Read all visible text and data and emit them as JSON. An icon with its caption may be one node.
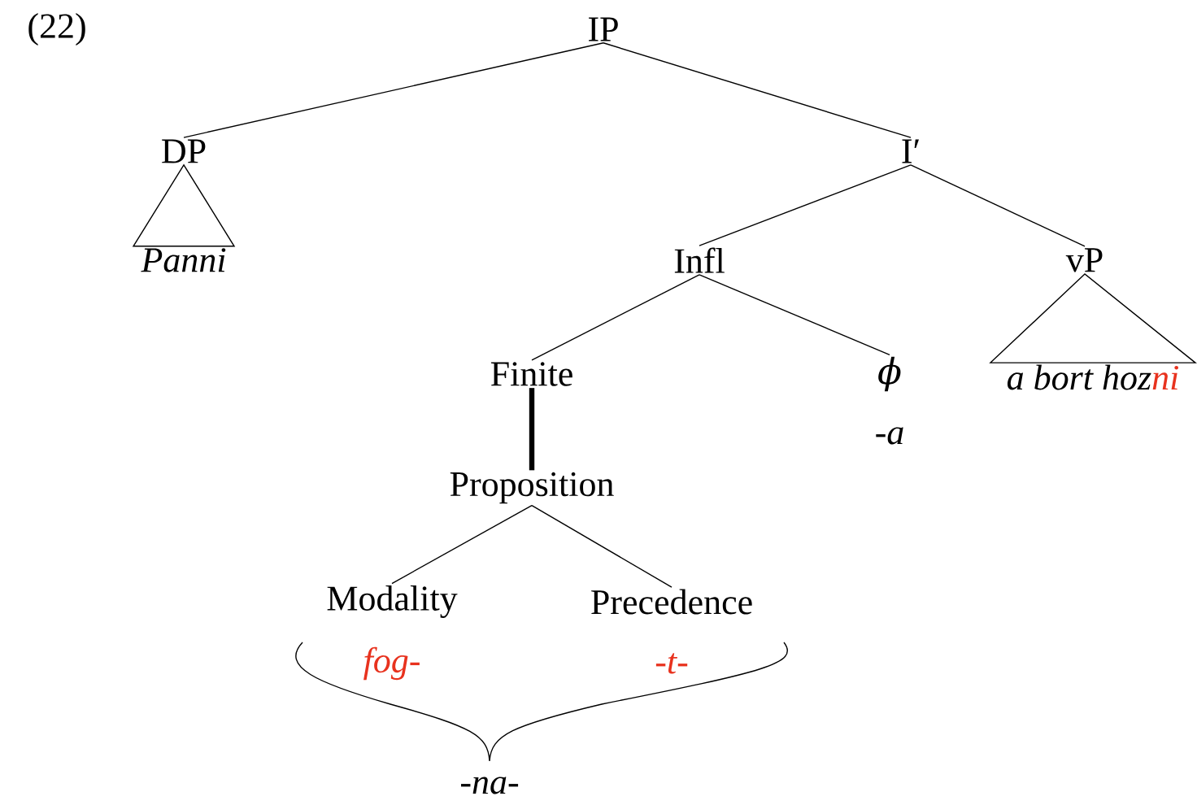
{
  "diagram": {
    "nodes": [
      {
        "text": [
          "IP"
        ]
      },
      {
        "text": [
          "DP"
        ]
      },
      {
        "text": [
          "I′"
        ]
      },
      {
        "text": [
          "Panni"
        ]
      },
      {
        "text": [
          "Infl"
        ]
      },
      {
        "text": [
          "vP"
        ]
      },
      {
        "text": [
          "a bort hoz",
          "ni"
        ]
      },
      {
        "text": [
          "Finite"
        ]
      },
      {
        "text": [
          "ϕ"
        ],
        "beside": [
          "-a"
        ]
      },
      {
        "text": [
          "Proposition"
        ]
      },
      {
        "text": [
          "Modality"
        ],
        "beside": [
          "fog-"
        ]
      },
      {
        "text": [
          "Precedence"
        ],
        "beside": [
          "-t-"
        ]
      },
      {
        "text": [
          "-na-"
        ]
      }
    ],
    "edges": [
      {
        "from": 0,
        "to": 1,
        "arrow": "none"
      },
      {
        "from": 0,
        "to": 2,
        "arrow": "none"
      },
      {
        "from": 1,
        "to": 3,
        "arrow": "none"
      },
      {
        "from": 2,
        "to": 4,
        "arrow": "none"
      },
      {
        "from": 2,
        "to": 5,
        "arrow": "none"
      },
      {
        "from": 5,
        "to": 6,
        "arrow": "none"
      },
      {
        "from": 4,
        "to": 7,
        "arrow": "none"
      },
      {
        "from": 4,
        "to": 8,
        "arrow": "none"
      },
      {
        "from": 7,
        "to": 9,
        "arrow": "none",
        "style": "thick"
      },
      {
        "from": 9,
        "to": 10,
        "arrow": "none"
      },
      {
        "from": 9,
        "to": 11,
        "arrow": "none"
      }
    ],
    "labels": [
      "(22)"
    ]
  }
}
